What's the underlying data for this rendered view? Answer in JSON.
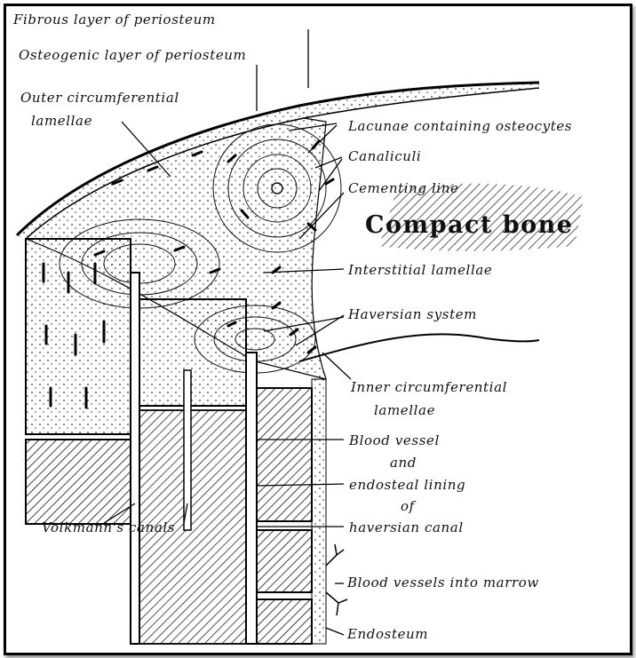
{
  "labels": {
    "fibrous": "Fibrous layer of periosteum",
    "osteogenic": "Osteogenic layer of periosteum",
    "outer_1": "Outer circumferential",
    "outer_2": "lamellae",
    "lacunae": "Lacunae containing osteocytes",
    "canaliculi": "Canaliculi",
    "cementing": "Cementing line",
    "compact": "Compact bone",
    "interstitial": "Interstitial lamellae",
    "haversian_system": "Haversian system",
    "inner_1": "Inner circumferential",
    "inner_2": "lamellae",
    "blood_1": "Blood vessel",
    "blood_2": "and",
    "blood_3": "endosteal lining",
    "blood_4": "of",
    "blood_5": "haversian canal",
    "volkmann": "Volkmann's canals",
    "marrow": "Blood vessels into marrow",
    "endosteum": "Endosteum"
  }
}
